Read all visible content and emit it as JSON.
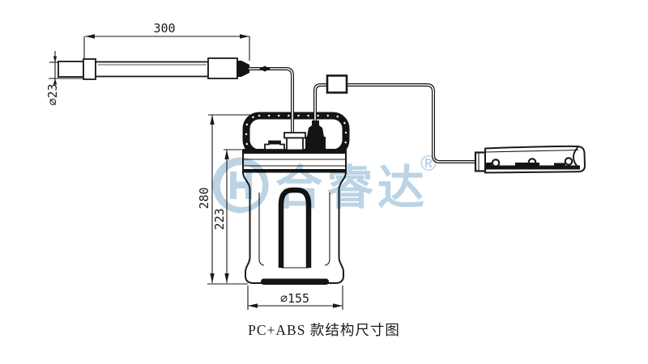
{
  "drawing": {
    "caption": "PC+ABS 款结构尺寸图",
    "dimensions": {
      "probe_length": "300",
      "probe_diameter": "⌀23",
      "body_outer_height": "280",
      "body_inner_height": "223",
      "body_width": "⌀155"
    },
    "watermark": {
      "brand_text": "合睿达",
      "registered_mark": "®",
      "color": "#b5d0e3"
    },
    "colors": {
      "line": "#1a1a1a",
      "background": "#ffffff"
    }
  }
}
